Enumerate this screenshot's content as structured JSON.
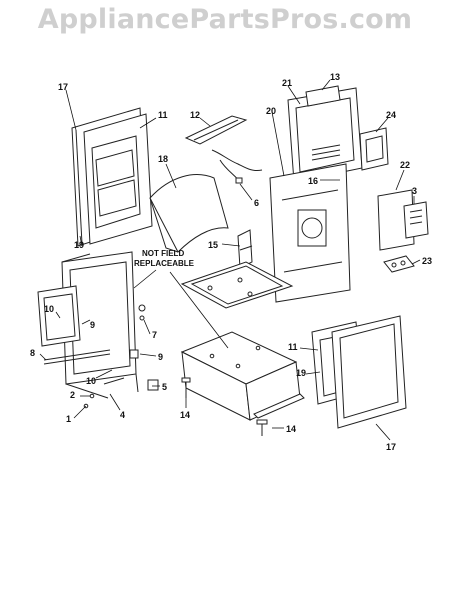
{
  "watermark": "AppliancePartsPros.com",
  "note": {
    "line1": "NOT FIELD",
    "line2": "REPLACEABLE"
  },
  "labels": {
    "l17a": "17",
    "l11a": "11",
    "l12": "12",
    "l18": "18",
    "l21": "21",
    "l13": "13",
    "l20": "20",
    "l24": "24",
    "l22": "22",
    "l16": "16",
    "l3": "3",
    "l6": "6",
    "l19a": "19",
    "l15": "15",
    "l23": "23",
    "l10a": "10",
    "l9a": "9",
    "l7": "7",
    "l8": "8",
    "l9b": "9",
    "l10b": "10",
    "l5": "5",
    "l2": "2",
    "l1": "1",
    "l4": "4",
    "l14a": "14",
    "l11b": "11",
    "l19b": "19",
    "l14b": "14",
    "l17b": "17"
  }
}
